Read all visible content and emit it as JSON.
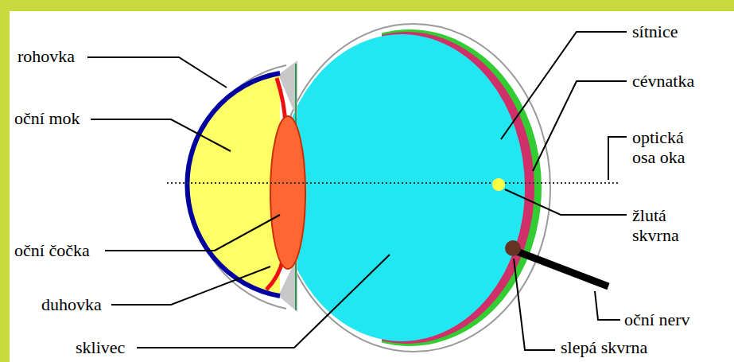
{
  "diagram": {
    "labels": [
      "rohovka",
      "oční mok",
      "oční čočka",
      "duhovka",
      "sklivec",
      "sítnice",
      "cévnatka",
      "optická osa oka",
      "žlutá skvrna",
      "oční nerv",
      "slepá skvrna"
    ]
  }
}
